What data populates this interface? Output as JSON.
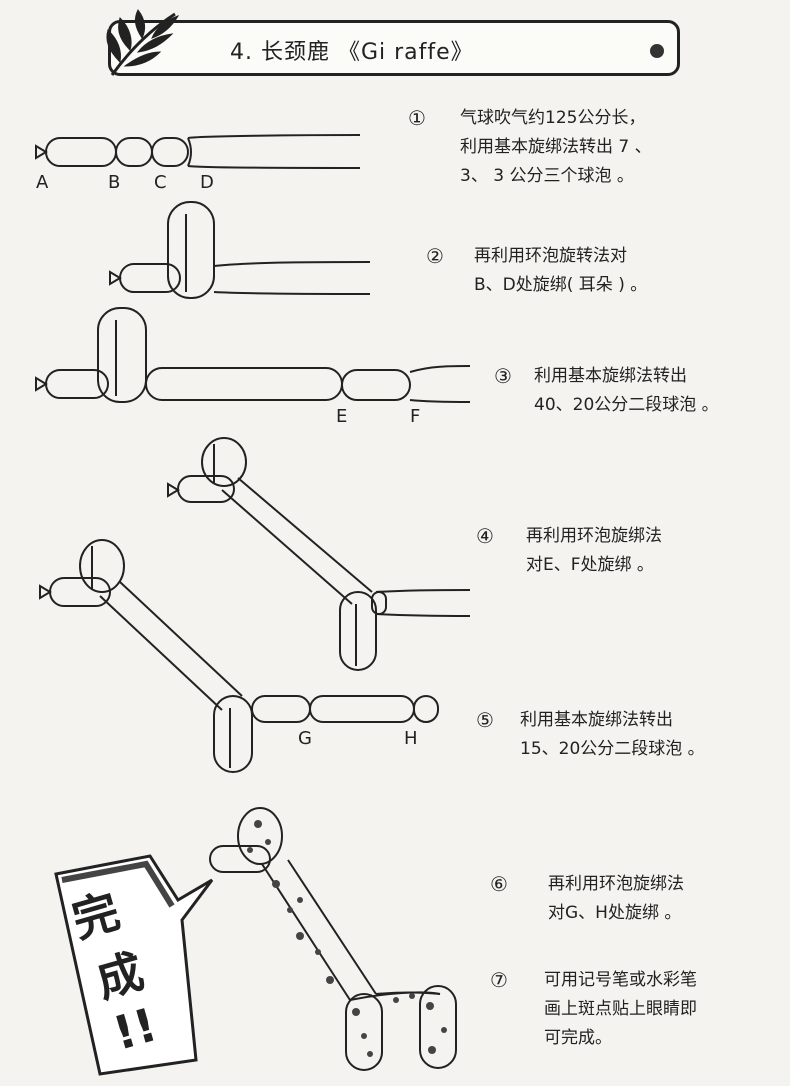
{
  "title": "4.  长颈鹿  《Gi raffe》",
  "steps": [
    {
      "num": "①",
      "lines": [
        "气球吹气约125公分长，",
        "利用基本旋绑法转出 7 、",
        "3、  3 公分三个球泡 。"
      ]
    },
    {
      "num": "②",
      "lines": [
        "再利用环泡旋转法对",
        "B、D处旋绑( 耳朵 ) 。"
      ]
    },
    {
      "num": "③",
      "lines": [
        "利用基本旋绑法转出",
        "40、20公分二段球泡 。"
      ]
    },
    {
      "num": "④",
      "lines": [
        "再利用环泡旋绑法",
        "对E、F处旋绑 。"
      ]
    },
    {
      "num": "⑤",
      "lines": [
        "利用基本旋绑法转出",
        "15、20公分二段球泡 。"
      ]
    },
    {
      "num": "⑥",
      "lines": [
        "再利用环泡旋绑法",
        "对G、H处旋绑 。"
      ]
    },
    {
      "num": "⑦",
      "lines": [
        "可用记号笔或水彩笔",
        "画上斑点贴上眼睛即",
        "可完成。"
      ]
    }
  ],
  "labels": {
    "a": "A",
    "b": "B",
    "c": "C",
    "d": "D",
    "e": "E",
    "f": "F",
    "g": "G",
    "h": "H"
  },
  "stamp": {
    "text1": "完",
    "text2": "成",
    "text3": "!!"
  },
  "icons": [
    "leaf-icon"
  ]
}
